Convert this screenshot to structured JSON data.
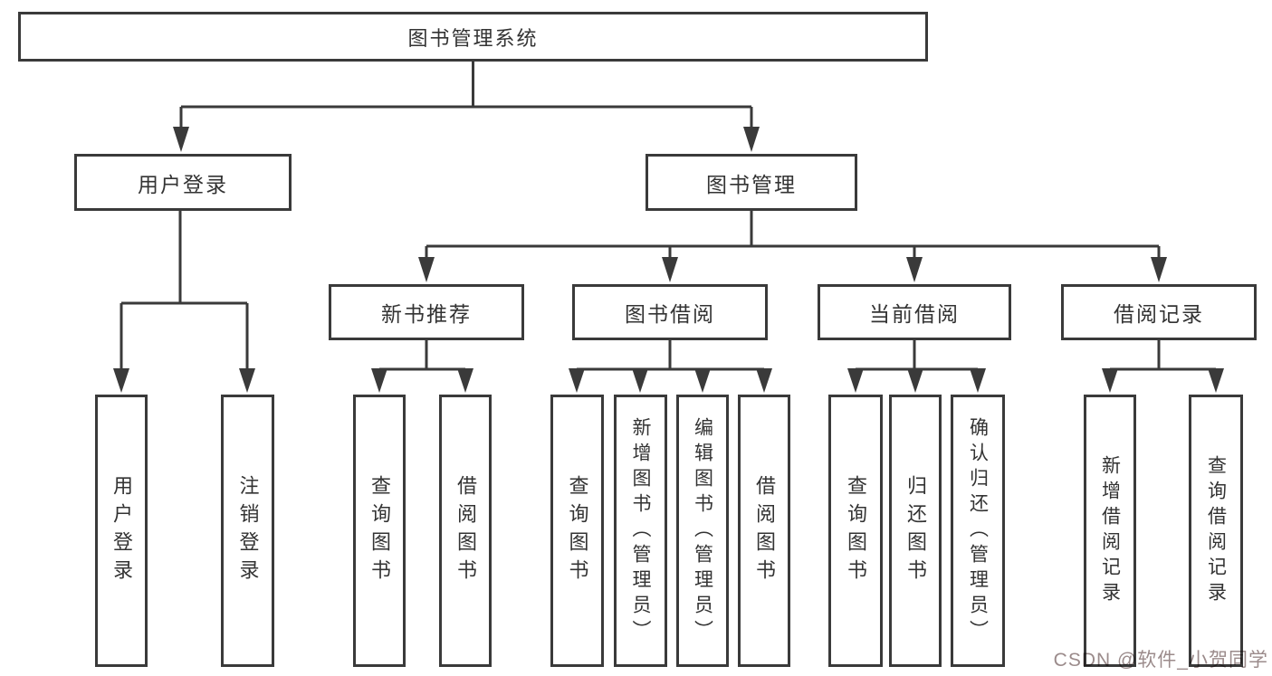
{
  "diagram": {
    "title": "图书管理系统",
    "level2": [
      {
        "label": "用户登录"
      },
      {
        "label": "图书管理"
      }
    ],
    "level3": [
      {
        "label": "新书推荐"
      },
      {
        "label": "图书借阅"
      },
      {
        "label": "当前借阅"
      },
      {
        "label": "借阅记录"
      }
    ],
    "leaves": {
      "user_login": [
        "用户登录",
        "注销登录"
      ],
      "new_books": [
        "查询图书",
        "借阅图书"
      ],
      "book_borrow": [
        "查询图书",
        "新增图书（管理员）",
        "编辑图书（管理员）",
        "借阅图书"
      ],
      "current_borrow": [
        "查询图书",
        "归还图书",
        "确认归还（管理员）"
      ],
      "borrow_records": [
        "新增借阅记录",
        "查询借阅记录"
      ]
    }
  },
  "watermark": {
    "text": "CSDN @软件_小贺同学"
  },
  "colors": {
    "line": "#3a3a3a",
    "text": "#333333",
    "watermark": "#9b8b8b",
    "background": "#ffffff"
  }
}
